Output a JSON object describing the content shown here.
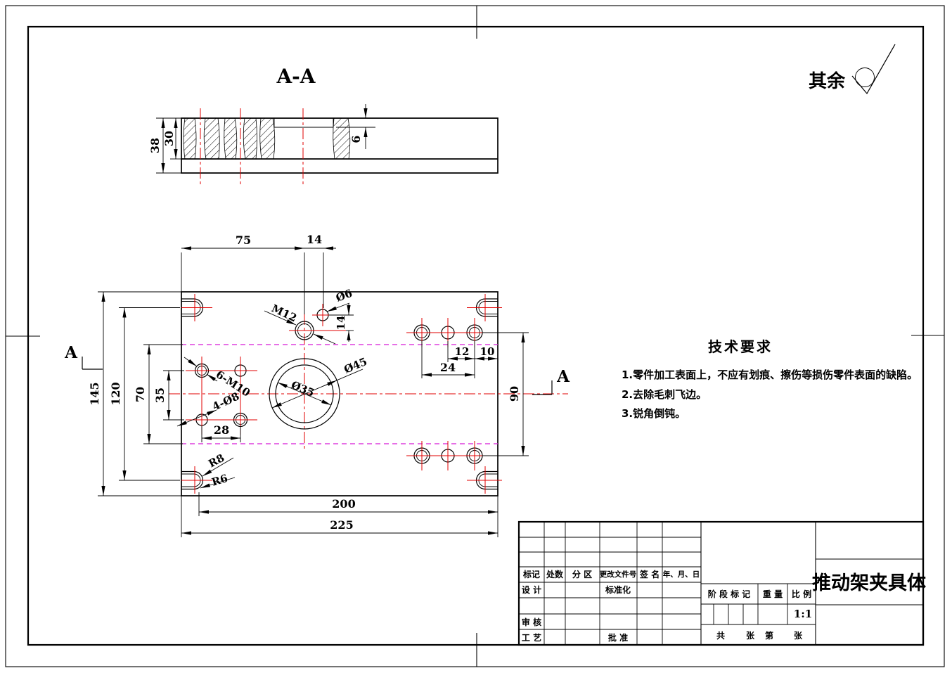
{
  "sheet": {
    "section_title": "A-A",
    "surplus_label": "其余",
    "section_arrow_left": "A",
    "section_arrow_right": "A",
    "colors": {
      "outline": "#000000",
      "centerline": "#e10000",
      "phantom_line": "#d619d6",
      "paper": "#ffffff"
    }
  },
  "dims": {
    "sec_height_total": "38",
    "sec_height_upper": "30",
    "sec_recess_depth": "6",
    "top_left_span": "75",
    "top_hole_offset": "14",
    "left_total": "145",
    "left_slots": "120",
    "left_phantom": "70",
    "left_holes": "35",
    "holes_pitch": "28",
    "bottom_inner": "200",
    "bottom_total": "225",
    "right_pitch_12": "12",
    "right_edge_10": "10",
    "right_pitch_24": "24",
    "right_span_90": "90",
    "thread_m12": "M12",
    "hole_d6": "Ø6",
    "d6_offset_14": "14",
    "bore_d45": "Ø45",
    "bore_d35": "Ø35",
    "holes_6m10": "6-M10",
    "holes_4d8": "4-Ø8",
    "fillet_r8": "R8",
    "fillet_r6": "R6"
  },
  "tech_req": {
    "heading": "技术要求",
    "item1": "1.零件加工表面上，不应有划痕、擦伤等损伤零件表面的缺陷。",
    "item2": "2.去除毛刺飞边。",
    "item3": "3.锐角倒钝。"
  },
  "title_block": {
    "col_mark": "标记",
    "col_count": "处数",
    "col_zone": "分 区",
    "col_doc_no": "更改文件号",
    "col_sign": "签 名",
    "col_date": "年、月、日",
    "row_design": "设 计",
    "row_standard": "标准化",
    "row_check": "审 核",
    "row_process": "工 艺",
    "row_approve": "批 准",
    "stage_mark": "阶 段 标 记",
    "weight": "重 量",
    "scale": "比 例",
    "scale_value": "1:1",
    "sheet_total": "共",
    "sheet_unit_a": "张",
    "sheet_index": "第",
    "sheet_unit_b": "张",
    "part_title": "推动架夹具体"
  }
}
